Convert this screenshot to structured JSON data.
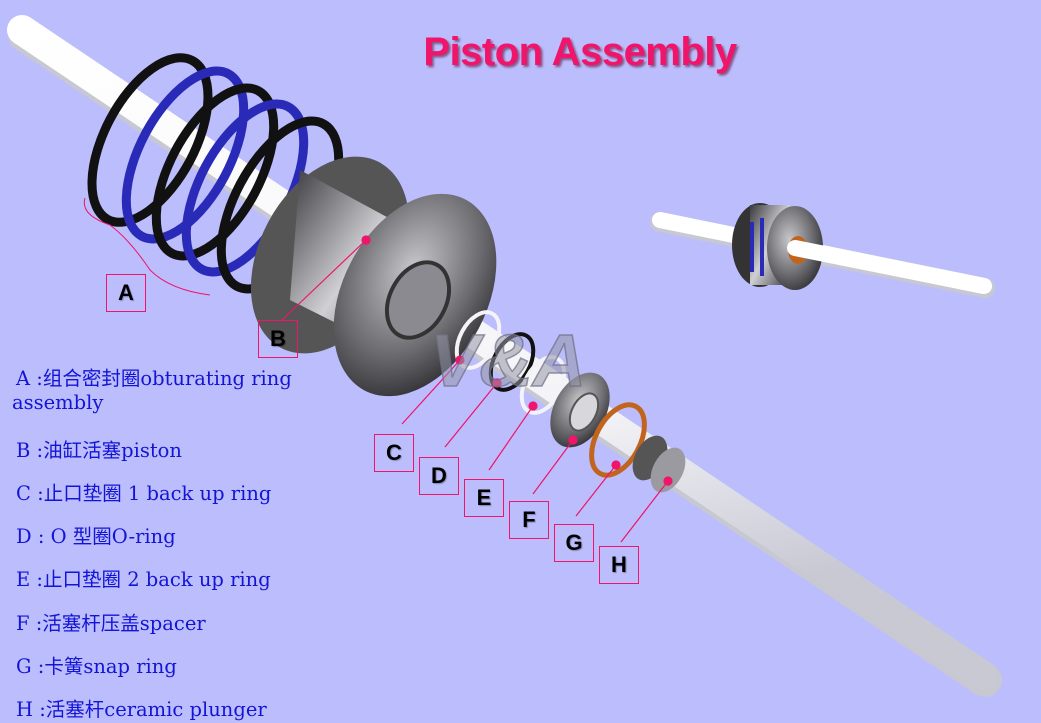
{
  "title": "Piston Assembly",
  "watermark": "V&A",
  "labels": [
    "A",
    "B",
    "C",
    "D",
    "E",
    "F",
    "G",
    "H"
  ],
  "legend": [
    "A :组合密封圈obturating ring",
    "assembly",
    "B :油缸活塞piston",
    "C :止口垫圈 1 back up ring",
    "D : O 型圈O-ring",
    "E :止口垫圈 2 back up ring",
    "F :活塞杆压盖spacer",
    "G :卡簧snap ring",
    "H :活塞杆ceramic plunger"
  ],
  "colors": {
    "background": "#bbbdfd",
    "title": "#f0146a",
    "legend_text": "#1414d4",
    "callout": "#f0146a"
  }
}
